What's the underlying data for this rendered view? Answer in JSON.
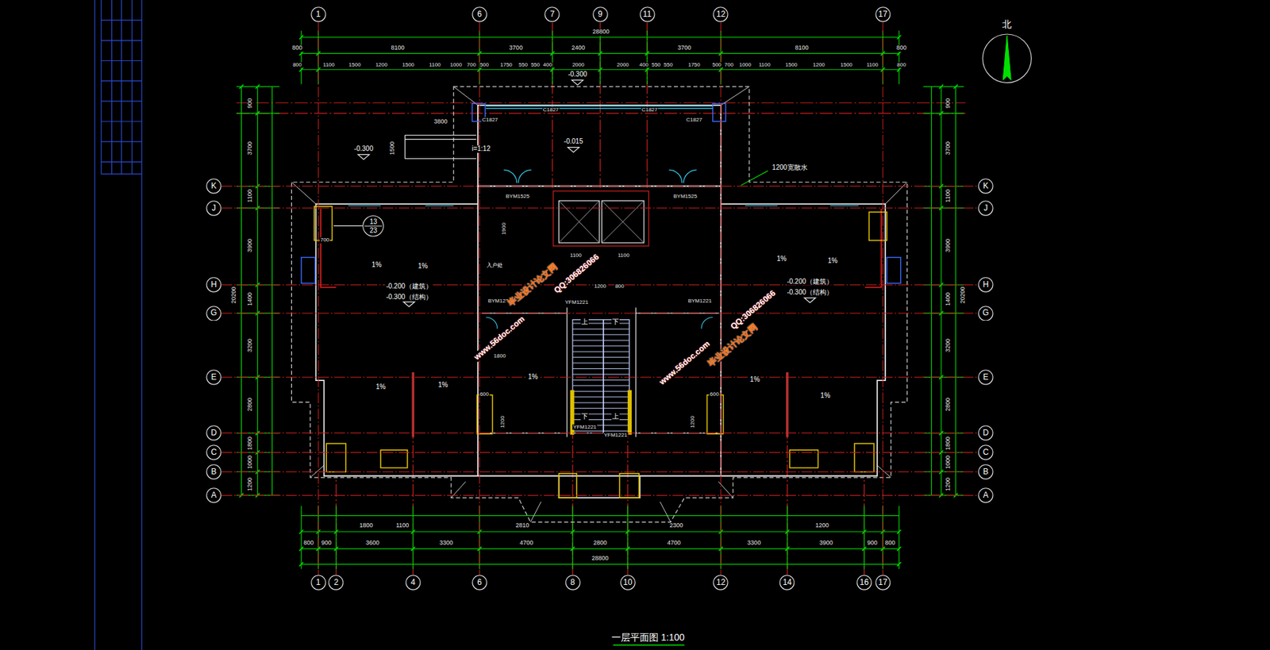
{
  "diagram": {
    "caption": "一层平面图 1:100",
    "nodes": [
      {
        "text": [
          "1"
        ]
      },
      {
        "text": [
          "6"
        ]
      },
      {
        "text": [
          "7"
        ]
      },
      {
        "text": [
          "9"
        ]
      },
      {
        "text": [
          "11"
        ]
      },
      {
        "text": [
          "12"
        ]
      },
      {
        "text": [
          "17"
        ]
      },
      {
        "text": [
          "北"
        ]
      },
      {
        "text": [
          "K"
        ]
      },
      {
        "text": [
          "J"
        ]
      },
      {
        "text": [
          "H"
        ]
      },
      {
        "text": [
          "G"
        ]
      },
      {
        "text": [
          "E"
        ]
      },
      {
        "text": [
          "D"
        ]
      },
      {
        "text": [
          "C"
        ]
      },
      {
        "text": [
          "B"
        ]
      },
      {
        "text": [
          "A"
        ]
      },
      {
        "text": [
          "K"
        ]
      },
      {
        "text": [
          "J"
        ]
      },
      {
        "text": [
          "H"
        ]
      },
      {
        "text": [
          "G"
        ]
      },
      {
        "text": [
          "E"
        ]
      },
      {
        "text": [
          "D"
        ]
      },
      {
        "text": [
          "C"
        ]
      },
      {
        "text": [
          "B"
        ]
      },
      {
        "text": [
          "A"
        ]
      },
      {
        "text": [
          "13",
          "23"
        ]
      },
      {
        "text": [
          "1"
        ]
      },
      {
        "text": [
          "2"
        ]
      },
      {
        "text": [
          "4"
        ]
      },
      {
        "text": [
          "6"
        ]
      },
      {
        "text": [
          "8"
        ]
      },
      {
        "text": [
          "10"
        ]
      },
      {
        "text": [
          "12"
        ]
      },
      {
        "text": [
          "14"
        ]
      },
      {
        "text": [
          "16"
        ]
      },
      {
        "text": [
          "17"
        ]
      }
    ],
    "edges": [
      {
        "from": 0,
        "to": 27,
        "arrow": "none"
      },
      {
        "from": 1,
        "to": 30,
        "arrow": "none"
      },
      {
        "from": 5,
        "to": 33,
        "arrow": "none"
      },
      {
        "from": 6,
        "to": 36,
        "arrow": "none"
      },
      {
        "from": 8,
        "to": 17,
        "arrow": "none"
      },
      {
        "from": 9,
        "to": 18,
        "arrow": "none"
      },
      {
        "from": 10,
        "to": 19,
        "arrow": "none"
      },
      {
        "from": 11,
        "to": 20,
        "arrow": "none"
      },
      {
        "from": 12,
        "to": 21,
        "arrow": "none"
      },
      {
        "from": 13,
        "to": 22,
        "arrow": "none"
      },
      {
        "from": 14,
        "to": 23,
        "arrow": "none"
      },
      {
        "from": 15,
        "to": 24,
        "arrow": "none"
      },
      {
        "from": 16,
        "to": 25,
        "arrow": "none"
      }
    ],
    "labels": [
      "28800",
      "800",
      "8100",
      "3700",
      "2400",
      "3700",
      "8100",
      "800",
      "800",
      "1100",
      "1500",
      "1200",
      "1500",
      "1100",
      "1000",
      "700",
      "500",
      "1750",
      "550",
      "550",
      "400",
      "2000",
      "2000",
      "400",
      "550",
      "550",
      "1750",
      "500",
      "700",
      "1000",
      "1100",
      "1500",
      "1200",
      "1500",
      "1100",
      "800",
      "-0.300",
      "900",
      "3700",
      "1100",
      "3900",
      "1400",
      "3200",
      "2800",
      "1800",
      "1000",
      "1200",
      "20200",
      "900",
      "3700",
      "1100",
      "3900",
      "1400",
      "3200",
      "2800",
      "1800",
      "1000",
      "1200",
      "20200",
      "1800",
      "1100",
      "2810",
      "2300",
      "1200",
      "800",
      "900",
      "3600",
      "3300",
      "4700",
      "2800",
      "4700",
      "3300",
      "3900",
      "900",
      "800",
      "28800",
      "3800",
      "1500",
      "-0.300",
      "i=1:12",
      "-0.015",
      "1200宽散水",
      "C1827",
      "C1827",
      "C1827",
      "C1827",
      "BYM1525",
      "BYM1525",
      "1900",
      "1100",
      "1100",
      "入户处",
      "700",
      "1%",
      "1%",
      "1%",
      "1%",
      "1%",
      "1%",
      "1%",
      "1%",
      "1%",
      "-0.200（建筑）",
      "-0.300（结构）",
      "-0.200（建筑）",
      "-0.300（结构）",
      "1200",
      "800",
      "BYM1221",
      "BYM1221",
      "YFM1221",
      "YFM1221",
      "YFM1221",
      "上",
      "下",
      "下",
      "上",
      "1800",
      "600",
      "600",
      "1200",
      "1200",
      "毕业设计论文网",
      "QQ:306826066",
      "www.56doc.com",
      "QQ:306826066",
      "毕业设计论文网",
      "www.56doc.com"
    ]
  }
}
